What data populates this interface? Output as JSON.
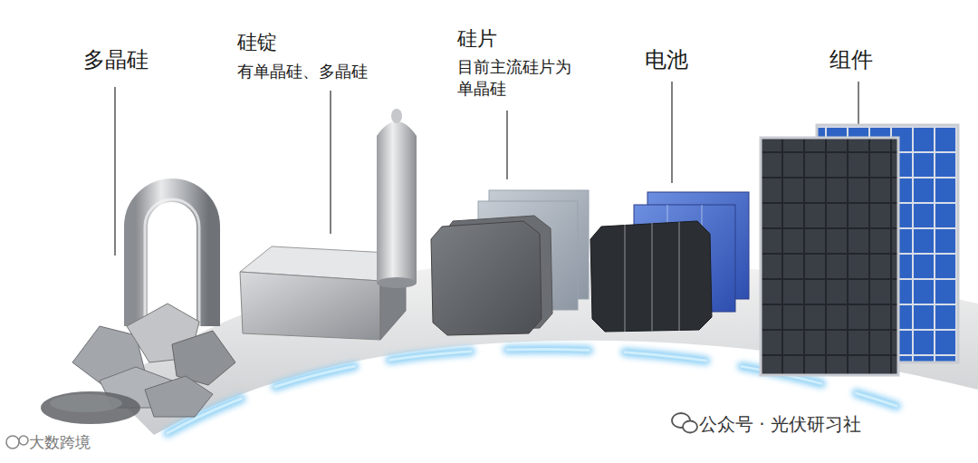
{
  "diagram": {
    "labels": [
      "多晶硅",
      "硅锭",
      "有单晶硅、多晶硅",
      "硅片",
      "目前主流硅片为 单晶硅",
      "电池",
      "组件",
      "大数跨境",
      "公众号 · 光伏研习社"
    ]
  }
}
